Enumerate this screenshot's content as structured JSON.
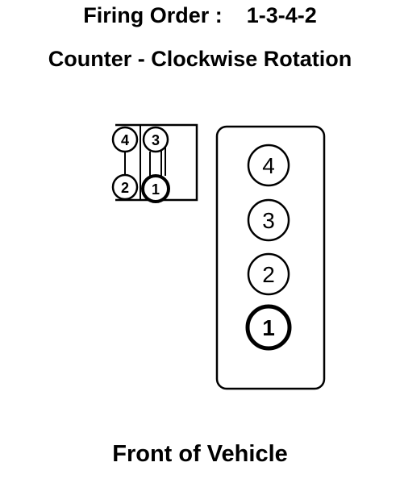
{
  "firing_order": {
    "label": "Firing Order :",
    "value": "1-3-4-2"
  },
  "rotation": "Counter - Clockwise Rotation",
  "footer": "Front of Vehicle",
  "distributor_cap": {
    "terminals": [
      "4",
      "3",
      "2",
      "1"
    ]
  },
  "engine": {
    "cylinders": [
      "4",
      "3",
      "2",
      "1"
    ]
  }
}
